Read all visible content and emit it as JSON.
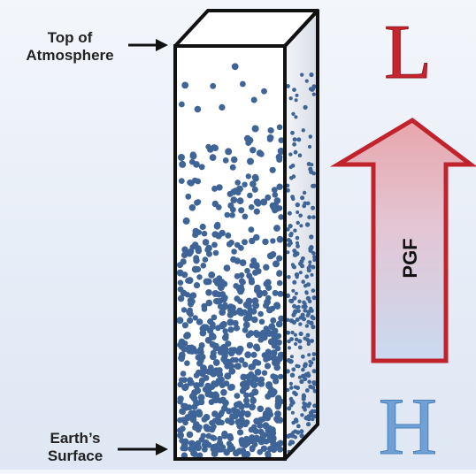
{
  "labels": {
    "top_line1": "Top of",
    "top_line2": "Atmosphere",
    "surface_line1": "Earth’s",
    "surface_line2": "Surface",
    "low": "L",
    "high": "H",
    "arrow": "PGF"
  },
  "colors": {
    "particle": "#3f6497",
    "low_letter": "#c8242d",
    "high_letter": "#6fa0d6",
    "arrow_outline": "#c0232b",
    "arrow_fill_top": "#e8a6ac",
    "arrow_fill_bottom": "#c9daf0",
    "column_outline": "#111111"
  }
}
